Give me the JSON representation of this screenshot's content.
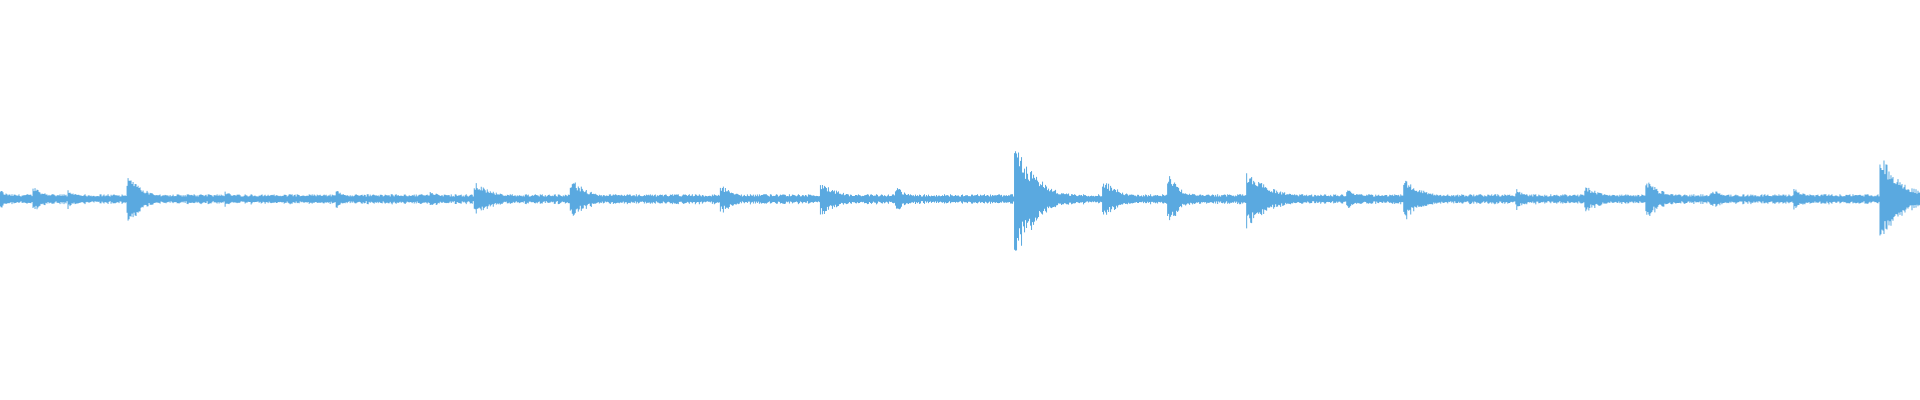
{
  "waveform": {
    "color": "#5aa9e0",
    "sample_count": 1920,
    "base_amplitude": 0.012,
    "noise_amplitude": 0.012,
    "transients": [
      {
        "position": 0.0,
        "amplitude": 0.05,
        "decay": 0.006
      },
      {
        "position": 0.018,
        "amplitude": 0.06,
        "decay": 0.008
      },
      {
        "position": 0.036,
        "amplitude": 0.05,
        "decay": 0.006
      },
      {
        "position": 0.067,
        "amplitude": 0.11,
        "decay": 0.01
      },
      {
        "position": 0.118,
        "amplitude": 0.04,
        "decay": 0.006
      },
      {
        "position": 0.176,
        "amplitude": 0.04,
        "decay": 0.006
      },
      {
        "position": 0.225,
        "amplitude": 0.04,
        "decay": 0.006
      },
      {
        "position": 0.248,
        "amplitude": 0.08,
        "decay": 0.012
      },
      {
        "position": 0.298,
        "amplitude": 0.1,
        "decay": 0.01
      },
      {
        "position": 0.376,
        "amplitude": 0.07,
        "decay": 0.008
      },
      {
        "position": 0.428,
        "amplitude": 0.08,
        "decay": 0.012
      },
      {
        "position": 0.467,
        "amplitude": 0.06,
        "decay": 0.008
      },
      {
        "position": 0.529,
        "amplitude": 0.28,
        "decay": 0.012
      },
      {
        "position": 0.575,
        "amplitude": 0.1,
        "decay": 0.01
      },
      {
        "position": 0.609,
        "amplitude": 0.12,
        "decay": 0.008
      },
      {
        "position": 0.65,
        "amplitude": 0.14,
        "decay": 0.014
      },
      {
        "position": 0.702,
        "amplitude": 0.05,
        "decay": 0.008
      },
      {
        "position": 0.732,
        "amplitude": 0.1,
        "decay": 0.012
      },
      {
        "position": 0.79,
        "amplitude": 0.05,
        "decay": 0.008
      },
      {
        "position": 0.826,
        "amplitude": 0.07,
        "decay": 0.01
      },
      {
        "position": 0.858,
        "amplitude": 0.09,
        "decay": 0.01
      },
      {
        "position": 0.892,
        "amplitude": 0.05,
        "decay": 0.008
      },
      {
        "position": 0.935,
        "amplitude": 0.05,
        "decay": 0.008
      },
      {
        "position": 0.98,
        "amplitude": 0.22,
        "decay": 0.012
      }
    ]
  }
}
